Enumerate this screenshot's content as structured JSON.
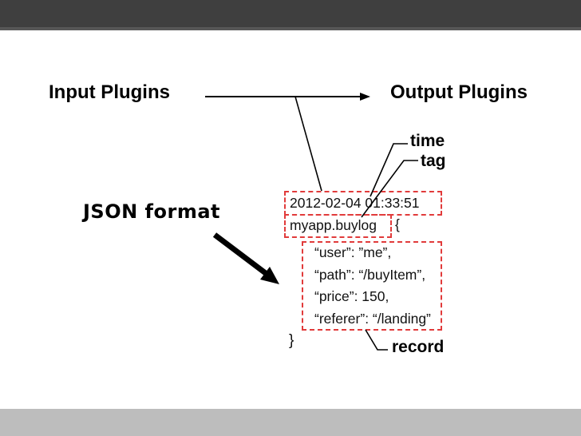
{
  "slide": {
    "title_left": "Input Plugins",
    "title_right": "Output Plugins",
    "json_format_label": "JSON format",
    "annotations": {
      "time": "time",
      "tag": "tag",
      "record": "record"
    },
    "code": {
      "time_value": "2012-02-04 01:33:51",
      "tag_value": "myapp.buylog",
      "open_brace": "{",
      "record_lines": [
        "“user”: ”me”,",
        "“path”: “/buyItem”,",
        "“price”: 150,",
        "“referer”: “/landing”"
      ],
      "close_brace": "}"
    },
    "colors": {
      "top_bar": "#3f3f3f",
      "top_bar_edge": "#575757",
      "bottom_bar": "#bdbdbd",
      "annotation_box_red": "#e13b3b",
      "text": "#000000"
    }
  }
}
